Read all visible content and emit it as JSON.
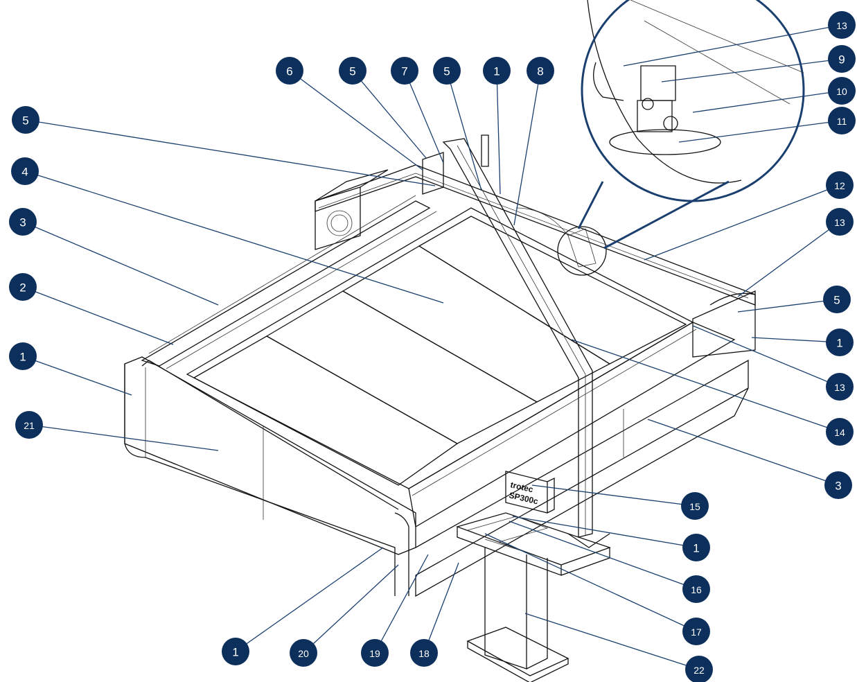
{
  "diagram": {
    "badge_color": "#0d2f5c",
    "leader_color": "#1a3f6f",
    "device_label_line1": "trotec",
    "device_label_line2": "SP300c",
    "callouts": [
      {
        "n": "13"
      },
      {
        "n": "9"
      },
      {
        "n": "10"
      },
      {
        "n": "11"
      },
      {
        "n": "12"
      },
      {
        "n": "13"
      },
      {
        "n": "5"
      },
      {
        "n": "1"
      },
      {
        "n": "13"
      },
      {
        "n": "14"
      },
      {
        "n": "3"
      },
      {
        "n": "15"
      },
      {
        "n": "1"
      },
      {
        "n": "16"
      },
      {
        "n": "17"
      },
      {
        "n": "22"
      },
      {
        "n": "18"
      },
      {
        "n": "19"
      },
      {
        "n": "20"
      },
      {
        "n": "1"
      },
      {
        "n": "21"
      },
      {
        "n": "1"
      },
      {
        "n": "2"
      },
      {
        "n": "3"
      },
      {
        "n": "4"
      },
      {
        "n": "5"
      },
      {
        "n": "6"
      },
      {
        "n": "5"
      },
      {
        "n": "7"
      },
      {
        "n": "5"
      },
      {
        "n": "1"
      },
      {
        "n": "8"
      }
    ]
  }
}
